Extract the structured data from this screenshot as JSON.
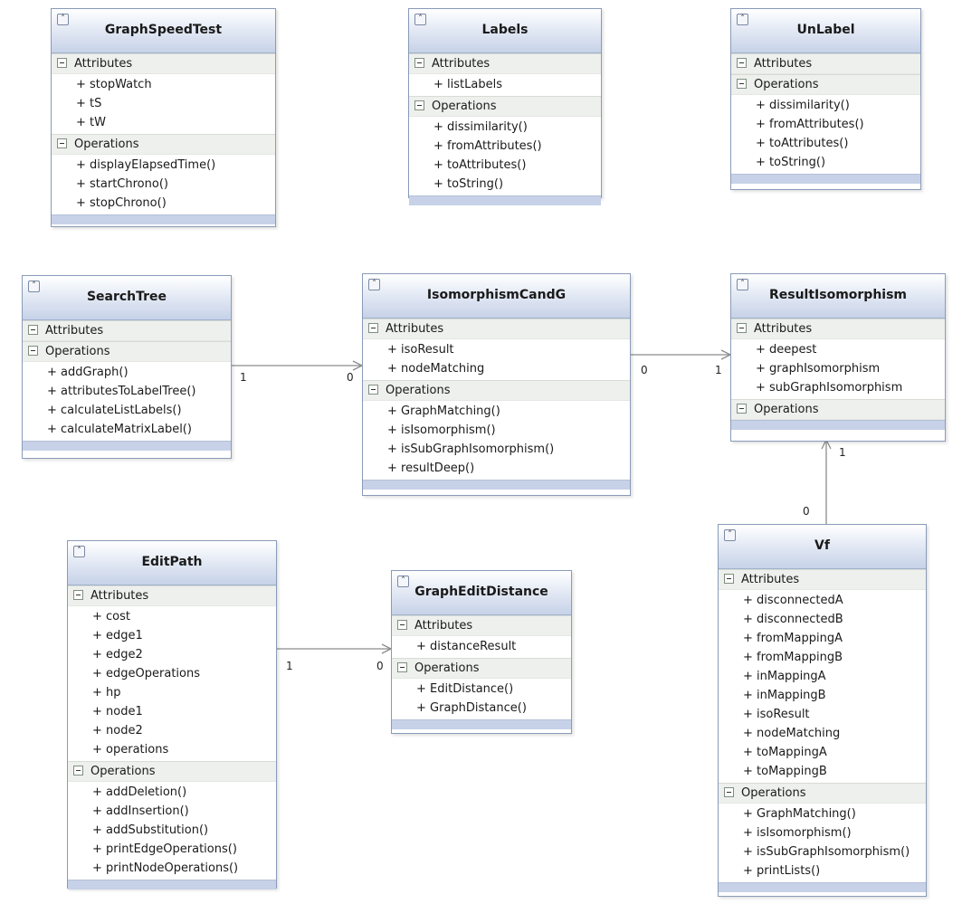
{
  "classes": {
    "graphspeedtest": {
      "title": "GraphSpeedTest",
      "attributes_label": "Attributes",
      "operations_label": "Operations",
      "attributes": [
        "+ stopWatch",
        "+ tS",
        "+ tW"
      ],
      "operations": [
        "+ displayElapsedTime()",
        "+ startChrono()",
        "+ stopChrono()"
      ]
    },
    "labels": {
      "title": "Labels",
      "attributes_label": "Attributes",
      "operations_label": "Operations",
      "attributes": [
        "+ listLabels"
      ],
      "operations": [
        "+ dissimilarity()",
        "+ fromAttributes()",
        "+ toAttributes()",
        "+ toString()"
      ]
    },
    "unlabel": {
      "title": "UnLabel",
      "attributes_label": "Attributes",
      "operations_label": "Operations",
      "attributes": [],
      "operations": [
        "+ dissimilarity()",
        "+ fromAttributes()",
        "+ toAttributes()",
        "+ toString()"
      ]
    },
    "searchtree": {
      "title": "SearchTree",
      "attributes_label": "Attributes",
      "operations_label": "Operations",
      "attributes": [],
      "operations": [
        "+ addGraph()",
        "+ attributesToLabelTree()",
        "+ calculateListLabels()",
        "+ calculateMatrixLabel()"
      ]
    },
    "isomorphismcandg": {
      "title": "IsomorphismCandG",
      "attributes_label": "Attributes",
      "operations_label": "Operations",
      "attributes": [
        "+ isoResult",
        "+ nodeMatching"
      ],
      "operations": [
        "+ GraphMatching()",
        "+ isIsomorphism()",
        "+ isSubGraphIsomorphism()",
        "+ resultDeep()"
      ]
    },
    "resultisomorphism": {
      "title": "ResultIsomorphism",
      "attributes_label": "Attributes",
      "operations_label": "Operations",
      "attributes": [
        "+ deepest",
        "+ graphIsomorphism",
        "+ subGraphIsomorphism"
      ],
      "operations": []
    },
    "editpath": {
      "title": "EditPath",
      "attributes_label": "Attributes",
      "operations_label": "Operations",
      "attributes": [
        "+ cost",
        "+ edge1",
        "+ edge2",
        "+ edgeOperations",
        "+ hp",
        "+ node1",
        "+ node2",
        "+ operations"
      ],
      "operations": [
        "+ addDeletion()",
        "+ addInsertion()",
        "+ addSubstitution()",
        "+ printEdgeOperations()",
        "+ printNodeOperations()"
      ]
    },
    "grapheditdistance": {
      "title": "GraphEditDistance",
      "attributes_label": "Attributes",
      "operations_label": "Operations",
      "attributes": [
        "+ distanceResult"
      ],
      "operations": [
        "+ EditDistance()",
        "+ GraphDistance()"
      ]
    },
    "vf": {
      "title": "Vf",
      "attributes_label": "Attributes",
      "operations_label": "Operations",
      "attributes": [
        "+ disconnectedA",
        "+ disconnectedB",
        "+ fromMappingA",
        "+ fromMappingB",
        "+ inMappingA",
        "+ inMappingB",
        "+ isoResult",
        "+ nodeMatching",
        "+ toMappingA",
        "+ toMappingB"
      ],
      "operations": [
        "+ GraphMatching()",
        "+ isIsomorphism()",
        "+ isSubGraphIsomorphism()",
        "+ printLists()"
      ]
    }
  },
  "associations": [
    {
      "from": "SearchTree",
      "to": "IsomorphismCandG",
      "from_mult": "1",
      "to_mult": "0"
    },
    {
      "from": "IsomorphismCandG",
      "to": "ResultIsomorphism",
      "from_mult": "0",
      "to_mult": "1"
    },
    {
      "from": "Vf",
      "to": "ResultIsomorphism",
      "from_mult": "0",
      "to_mult": "1"
    },
    {
      "from": "EditPath",
      "to": "GraphEditDistance",
      "from_mult": "1",
      "to_mult": "0"
    }
  ],
  "icons": {
    "collapse": "double-chevron-up-icon",
    "section_toggle": "minus-box-icon"
  },
  "colors": {
    "header_bottom": "#c7d2e8",
    "section_bg": "#eef0ed",
    "border": "#8a9bb8",
    "line": "#8c8c8c"
  }
}
